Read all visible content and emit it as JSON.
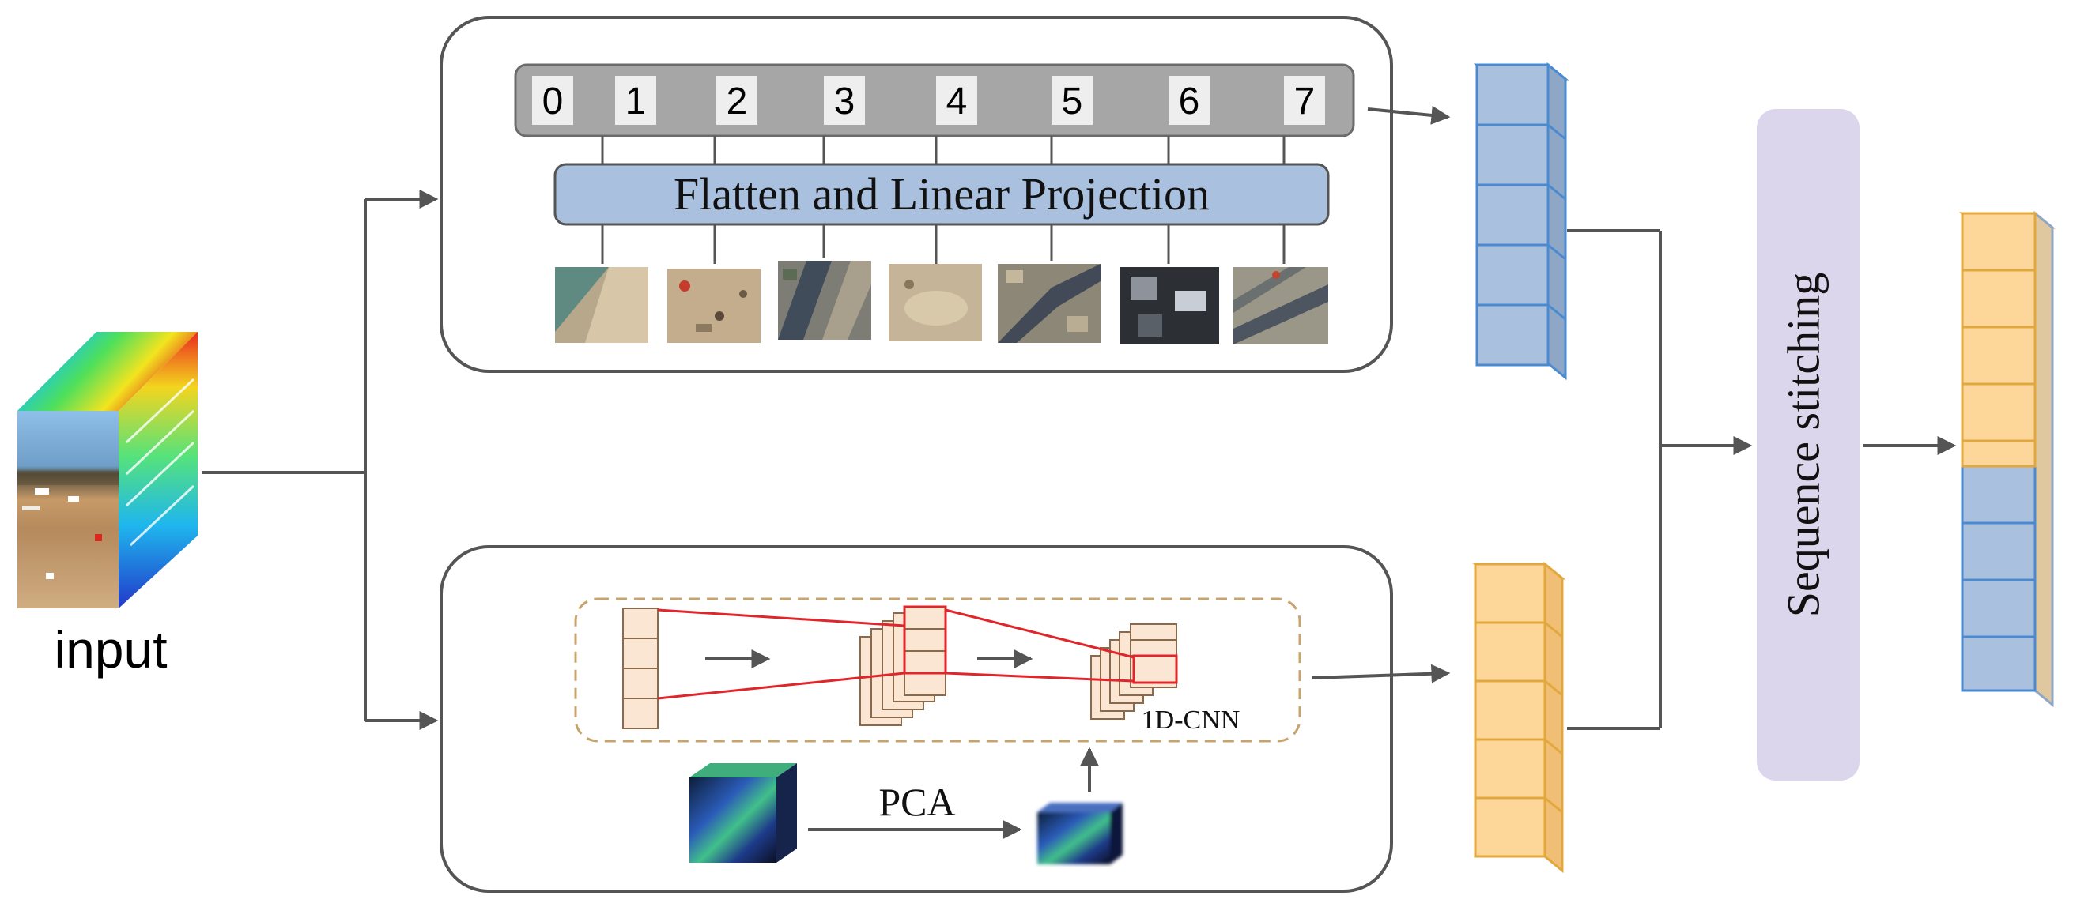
{
  "input_label": "input",
  "patch_indices": [
    "0",
    "1",
    "2",
    "3",
    "4",
    "5",
    "6",
    "7"
  ],
  "projection_label": "Flatten and Linear Projection",
  "cnn_label": "1D-CNN",
  "pca_label": "PCA",
  "stitch_label": "Sequence stitching",
  "colors": {
    "blue_token": "#a9c0de",
    "blue_edge": "#4a8ad0",
    "orange_token": "#fdd699",
    "orange_edge": "#e3a83d",
    "projection_fill": "#a9c0de",
    "index_bar": "#a6a6a6",
    "stitch_fill": "#dbd6ec",
    "cnn_cell": "#fbe6d4",
    "cnn_line": "#e0252b",
    "dashed_border": "#c7a46e",
    "arrow": "#555555"
  },
  "icons": [
    "hyperspectral-cube-icon",
    "aerial-patch-icon",
    "hsi-block-icon"
  ]
}
